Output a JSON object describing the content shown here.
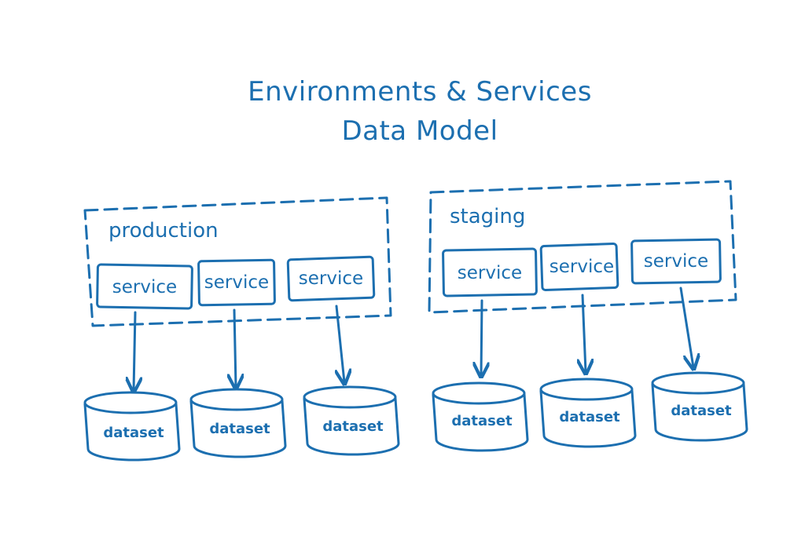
{
  "colors": {
    "ink": "#1c6fb0",
    "background": "#ffffff"
  },
  "title": {
    "line1": "Environments & Services",
    "line2": "Data Model"
  },
  "environments": [
    {
      "label": "production",
      "services": [
        "service",
        "service",
        "service"
      ],
      "datasets": [
        "dataset",
        "dataset",
        "dataset"
      ]
    },
    {
      "label": "staging",
      "services": [
        "service",
        "service",
        "service"
      ],
      "datasets": [
        "dataset",
        "dataset",
        "dataset"
      ]
    }
  ]
}
